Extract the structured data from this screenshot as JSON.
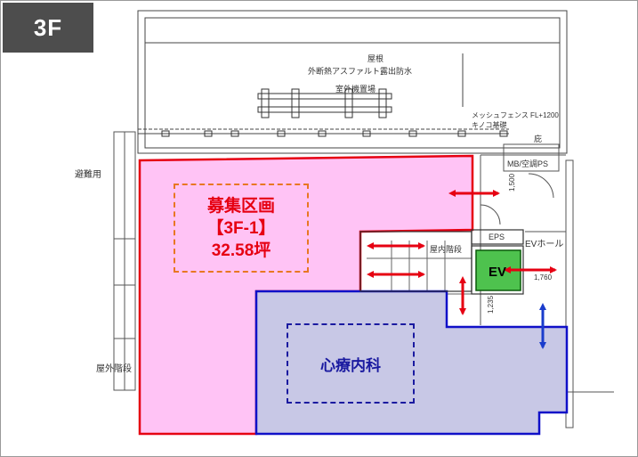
{
  "floor_badge": "3F",
  "roof": {
    "title": "屋根",
    "waterproof": "外断熱アスファルト露出防水",
    "outdoor_unit": "室外機置場",
    "fence": "メッシュフェンス FL+1200",
    "fence_sub": "キノコ基礎"
  },
  "rooms": {
    "niwa": "庇",
    "mb": "MB/空調PS",
    "evac": "避難用",
    "inner_stairs": "屋内階段",
    "eps": "EPS",
    "ev_hall": "EVホール",
    "outer_stairs": "屋外階段",
    "ev": "EV"
  },
  "dimensions": {
    "d1500": "1,500",
    "d1760": "1,760",
    "d1235": "1,235"
  },
  "recruit": {
    "title": "募集区画",
    "code": "【3F-1】",
    "area": "32.58坪"
  },
  "tenant": {
    "name": "心療内科"
  },
  "colors": {
    "recruit_fill": "#ffc3f5",
    "recruit_border": "#e60012",
    "tenant_fill": "#c8c8e6",
    "tenant_border": "#1010c8",
    "ev_fill": "#4ec24e",
    "arrow_red": "#e60012",
    "arrow_blue": "#1a3ccc"
  }
}
